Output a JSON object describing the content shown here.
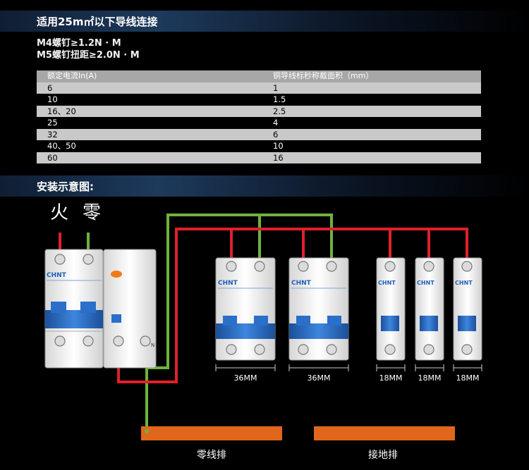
{
  "header": {
    "title": "适用25m㎡以下导线连接",
    "spec_m4": "M4螺钉≥1.2N · M",
    "spec_m5": "M5螺钉扭距≥2.0N · M"
  },
  "table": {
    "headers": [
      "额定电流In(A)",
      "铜导线标秒称截面积（mm）"
    ],
    "rows": [
      [
        "6",
        "1"
      ],
      [
        "10",
        "1.5"
      ],
      [
        "16、20",
        "2.5"
      ],
      [
        "25",
        "4"
      ],
      [
        "32",
        "6"
      ],
      [
        "40、50",
        "10"
      ],
      [
        "60",
        "16"
      ]
    ]
  },
  "install": {
    "title": "安装示意图:",
    "live_label": "火",
    "neutral_label": "零",
    "brand": "CHNT",
    "n_terminal": "N",
    "widths": [
      "36MM",
      "36MM",
      "18MM",
      "18MM",
      "18MM"
    ],
    "neutral_bar": "零线排",
    "ground_bar": "接地排"
  },
  "colors": {
    "live_wire": "#e0202a",
    "neutral_wire": "#6cb33e",
    "busbar": "#e0661c",
    "handle": "#2a6fc9",
    "brand_text": "#1f5fb8",
    "indicator": "#f07a1a"
  }
}
